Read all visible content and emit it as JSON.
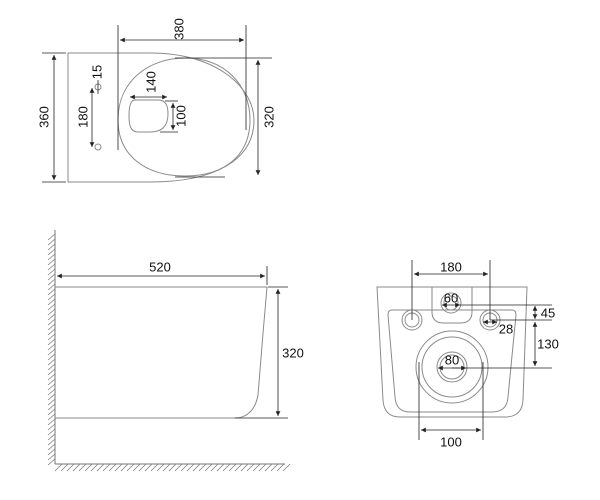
{
  "top_view": {
    "width_label": "380",
    "depth_label": "360",
    "seat_depth_label": "320",
    "fixing_spacing_label": "180",
    "fixing_hole_label": "15",
    "outlet_width_label": "140",
    "outlet_depth_label": "100"
  },
  "side_view": {
    "length_label": "520",
    "height_label": "320"
  },
  "rear_view": {
    "fixing_spacing_label": "180",
    "water_inlet_label": "60",
    "inlet_offset_label": "45",
    "fixing_hole_label": "28",
    "outlet_offset_label": "130",
    "outlet_inner_label": "80",
    "outlet_outer_label": "100"
  },
  "colors": {
    "outline": "#8a8a8a",
    "dimension": "#222222"
  }
}
